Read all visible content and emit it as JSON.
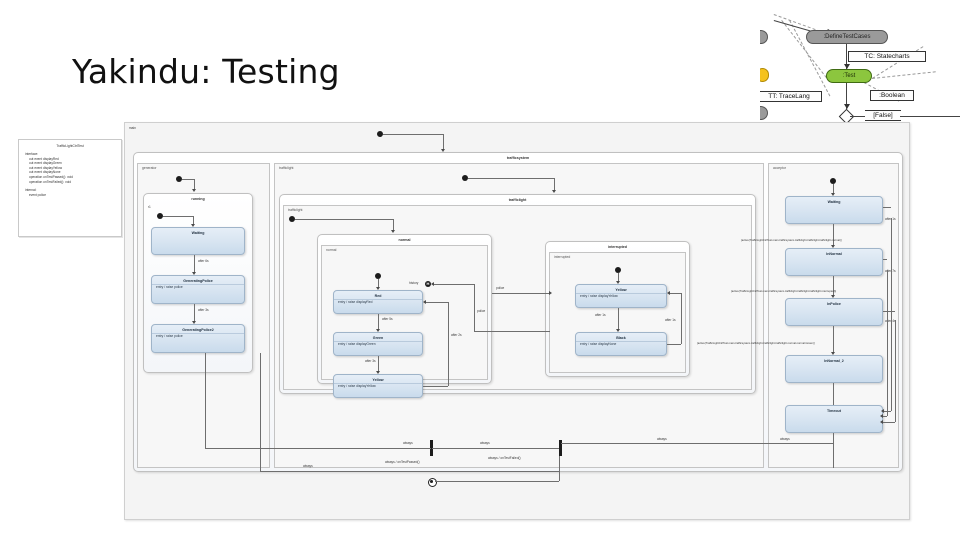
{
  "slide": {
    "title": "Yakindu: Testing"
  },
  "fragment": {
    "nodes": [
      {
        "id": "definetestcases",
        "label": ":DefineTestCases",
        "shape": "rounded",
        "color": "#9a9a9a"
      },
      {
        "id": "test",
        "label": ":Test",
        "shape": "rounded",
        "color": "#8cc63e"
      },
      {
        "id": "yellow-node",
        "label": "",
        "shape": "rounded",
        "color": "#f5c21b"
      },
      {
        "id": "gray-left-top",
        "label": "",
        "shape": "rounded",
        "color": "#9a9a9a"
      },
      {
        "id": "gray-left-bottom",
        "label": "",
        "shape": "rounded",
        "color": "#9a9a9a"
      }
    ],
    "tags": [
      {
        "id": "tc-statecharts",
        "label": "TC: Statecharts"
      },
      {
        "id": "tt-tracelang",
        "label": "TT: TraceLang"
      },
      {
        "id": "boolean",
        "label": ":Boolean"
      },
      {
        "id": "false-guard",
        "label": "[False]"
      }
    ]
  },
  "interface_box": {
    "title": "TrafficLightCtrlTest",
    "sections": [
      {
        "header": "interface:",
        "lines": [
          "out event displayRed",
          "out event displayGreen",
          "out event displayYellow",
          "out event displayNone",
          "operation onTestPassed(): void",
          "operation onTestFailed(): void"
        ]
      },
      {
        "header": "internal:",
        "lines": [
          "event police"
        ]
      }
    ]
  },
  "statechart": {
    "root_region": "main",
    "composites": {
      "trafficsystem": "trafficsystem",
      "trafficlight_state": "trafficlight",
      "normal": "normal",
      "interrupted": "interrupted",
      "running": "running"
    },
    "regions": {
      "generator": "generator",
      "trafficlight_outer": "trafficlight",
      "trafficlight_inner": "trafficlight",
      "normal_inner": "normal",
      "interrupted_inner": "interrupted",
      "acceptor": "acceptor",
      "r1": "r1"
    },
    "generator_states": [
      {
        "name": "Waiting",
        "entry": ""
      },
      {
        "name": "GeneratingPolice",
        "entry": "entry / raise police"
      },
      {
        "name": "GeneratingPolice2",
        "entry": "entry / raise police"
      }
    ],
    "generator_transitions": [
      "after 6s",
      "after 3s"
    ],
    "normal_states": [
      {
        "name": "Red",
        "entry": "entry / raise displayRed"
      },
      {
        "name": "Green",
        "entry": "entry / raise displayGreen"
      },
      {
        "name": "Yellow",
        "entry": "entry / raise displayYellow"
      }
    ],
    "normal_transitions": [
      "after 5s",
      "after 3s",
      "after 2s"
    ],
    "interrupted_states": [
      {
        "name": "Yellow",
        "entry": "entry / raise displayYellow"
      },
      {
        "name": "Black",
        "entry": "entry / raise displayNone"
      }
    ],
    "interrupted_transitions": [
      "after 1s",
      "after 1s"
    ],
    "police_labels": [
      "police",
      "police",
      "history"
    ],
    "acceptor_states": [
      {
        "name": "Waiting"
      },
      {
        "name": "InNormal"
      },
      {
        "name": "InPolice"
      },
      {
        "name": "InNormal_2"
      },
      {
        "name": "Timeout"
      }
    ],
    "acceptor_timeouts": [
      "after 1s",
      "after 7s",
      "after 4s"
    ],
    "acceptor_guards": [
      "[active(TrafficLightCtrlTest.main.trafficsystem.trafficlight.trafficlight.trafficlight.normal)]",
      "[active(TrafficLightCtrlTest.main.trafficsystem.trafficlight.trafficlight.trafficlight.interrupted)]",
      "[active(TrafficLightCtrlTest.main.trafficsystem.trafficlight.trafficlight.trafficlight.normal.normal.Green)]"
    ],
    "bottom_transitions": [
      "always",
      "always",
      "always",
      "always",
      "always"
    ],
    "result_transitions": [
      "always / onTestPassed()",
      "always / onTestFailed()"
    ]
  }
}
